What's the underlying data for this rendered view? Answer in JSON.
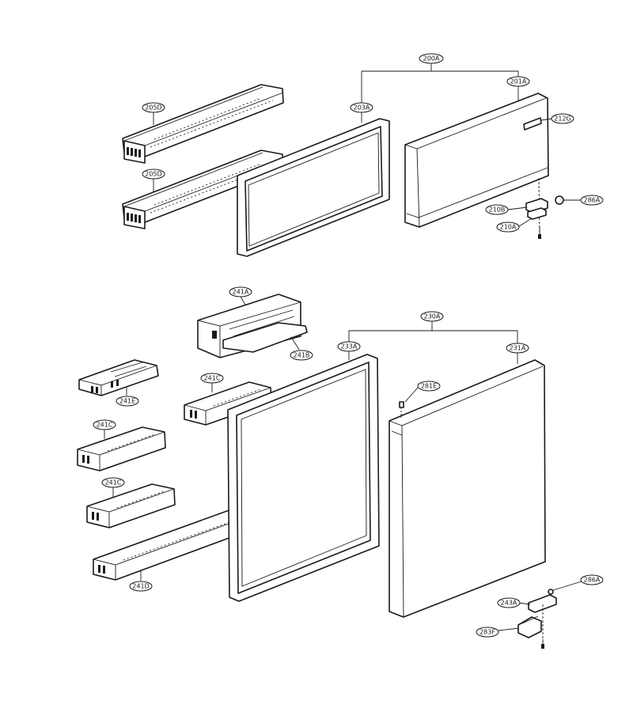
{
  "callouts": {
    "upper_door_assembly": "200A",
    "upper_door": "201A",
    "upper_gasket": "203A",
    "upper_basket_top": "205D",
    "upper_basket_bottom": "205D",
    "upper_handle": "212G",
    "upper_hinge_b": "210B",
    "upper_hinge_a": "210A",
    "upper_cap": "286A",
    "dairy_box": "241A",
    "dairy_cover": "241B",
    "egg_tray": "241E",
    "mid_basket": "241C",
    "left_basket_1": "241C",
    "left_basket_2": "241C",
    "bottle_basket": "241D",
    "lower_door_assembly": "230A",
    "lower_gasket": "233A",
    "lower_door": "231A",
    "lower_screw": "281E",
    "lower_hinge": "243A",
    "lower_cap": "286A",
    "lower_bracket": "283F"
  },
  "colors": {
    "ink": "#1a1a1a",
    "paper": "#ffffff"
  }
}
